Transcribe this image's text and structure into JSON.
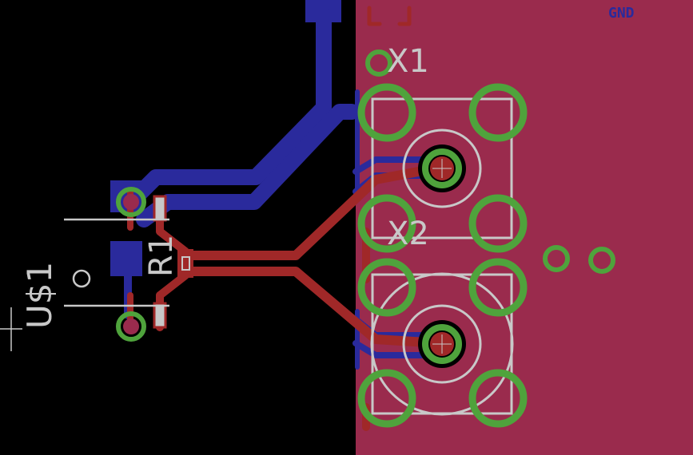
{
  "board": {
    "background_color": "#000000",
    "copper_pour_color": "#9a2b4d",
    "top_copper_color": "#a02828",
    "bottom_copper_color": "#2a2a9c",
    "pad_color": "#4fa33c",
    "silkscreen_color": "#c8c8c8",
    "hole_color": "#000000"
  },
  "labels": {
    "x1": "X1",
    "x2": "X2",
    "r1": "R1",
    "us1": "U$1",
    "gnd": "GND"
  }
}
